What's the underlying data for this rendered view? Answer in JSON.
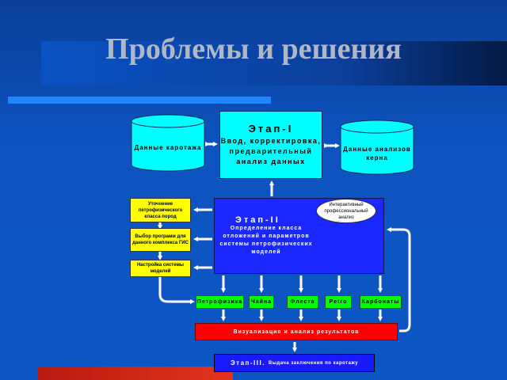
{
  "title": "Проблемы и решения",
  "cylinders": {
    "left": "Данные каротажа",
    "right": "Данные анализов керна"
  },
  "stage1": {
    "title": "Этап-I",
    "line1": "Ввод, корректировка,",
    "line2": "предварительный",
    "line3": "анализ данных"
  },
  "stage2": {
    "title": "Этап-II",
    "desc": "Определение класса отложений и параметров системы петрофизических моделей",
    "cloud": "Интерактивный профессиональный анализ"
  },
  "side_boxes": [
    {
      "label": "Уточнение петрофизического класса пород"
    },
    {
      "label": "Выбор программ для данного комплекса ГИС"
    },
    {
      "label": "Настройка системы моделей"
    }
  ],
  "modules": [
    {
      "label": "Петрофизика"
    },
    {
      "label": "Чайна"
    },
    {
      "label": "Флеста"
    },
    {
      "label": "Petro"
    },
    {
      "label": "Карбонаты"
    }
  ],
  "visualization": "Визуализация и анализ результатов",
  "stage3": {
    "title": "Этап-III.",
    "desc": "Выдача заключения по каротажу"
  },
  "colors": {
    "background": "#0c54c0",
    "cyan": "#00ffff",
    "stage2_blue": "#1a28ff",
    "yellow": "#ffff00",
    "green": "#00ff00",
    "red": "#ff0000",
    "arrow": "#ffffff"
  }
}
